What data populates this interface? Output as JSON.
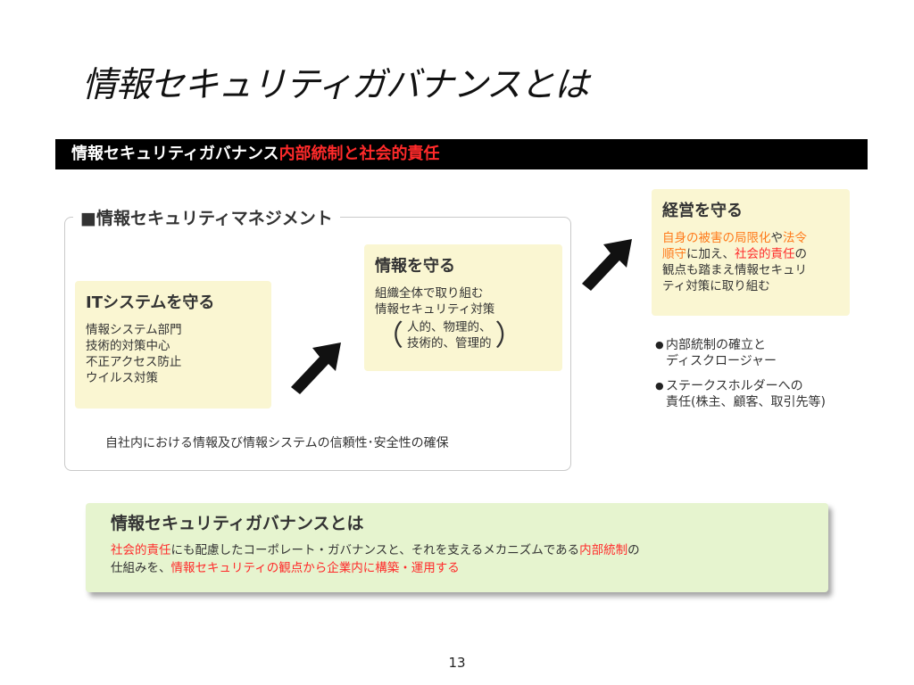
{
  "slide": {
    "title": "情報セキュリティガバナンスとは",
    "page_number": "13"
  },
  "banner": {
    "black_text": "情報セキュリティガバナンス",
    "red_text": "内部統制と社会的責任",
    "colors": {
      "background": "#000000",
      "text": "#ffffff",
      "highlight": "#ff2a2a"
    }
  },
  "security_management": {
    "title": "■情報セキュリティマネジメント",
    "footer": "自社内における情報及び情報システムの信頼性･安全性の確保"
  },
  "box_it": {
    "title": "ITシステムを守る",
    "lines": [
      "情報システム部門",
      "技術的対策中心",
      "不正アクセス防止",
      "ウイルス対策"
    ]
  },
  "box_info": {
    "title": "情報を守る",
    "lines": [
      "組織全体で取り組む",
      "情報セキュリティ対策"
    ],
    "paren_open": "（",
    "paren_close": "）",
    "paren_lines": [
      "人的、物理的、",
      "技術的、管理的"
    ]
  },
  "box_mgmt": {
    "title": "経営を守る",
    "line1": {
      "a": "自身の被害の局限化",
      "b": "や",
      "c": "法令"
    },
    "line2": {
      "a": "順守",
      "b": "に加え、",
      "c": "社会的責任",
      "d": "の"
    },
    "line3": "観点も踏まえ情報セキュリ",
    "line4": "ティ対策に取り組む"
  },
  "bullets": [
    {
      "dot": "●",
      "lines": [
        "内部統制の確立と",
        "ディスクロージャー"
      ]
    },
    {
      "dot": "●",
      "lines": [
        "ステークスホルダーへの",
        "責任(株主、顧客、取引先等)"
      ]
    }
  ],
  "definition": {
    "title": "情報セキュリティガバナンスとは",
    "line1": {
      "a": "社会的責任",
      "b": "にも配慮したコーポレート・ガバナンスと、それを支えるメカニズムである",
      "c": "内部統制",
      "d": "の"
    },
    "line2": {
      "a": "仕組みを、",
      "b": "情報セキュリティの観点から企業内に構築・運用する"
    }
  },
  "colors": {
    "box_yellow": "#faf6d2",
    "box_green": "#e6f4cf",
    "accent_red": "#ff2a2a",
    "accent_orange": "#ff7a1a"
  },
  "icons": [
    "arrow-up-right-icon",
    "arrow-up-right-icon"
  ]
}
